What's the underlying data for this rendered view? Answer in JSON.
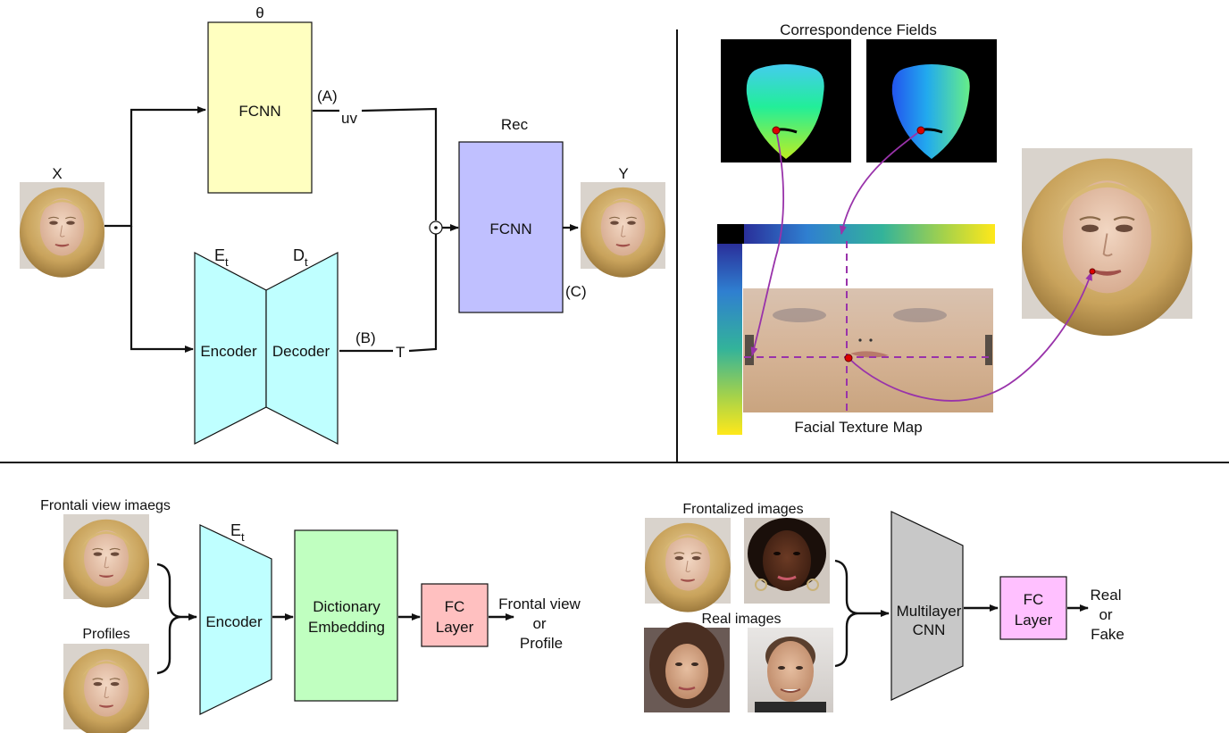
{
  "top_left": {
    "input_label": "X",
    "output_label": "Y",
    "theta_label": "θ",
    "fcnn_top_label": "FCNN",
    "branch_a_label": "(A)",
    "uv_label": "uv",
    "encoder_superscript_e": "E",
    "encoder_sub_t": "t",
    "decoder_superscript_d": "D",
    "decoder_sub_t": "t",
    "encoder_label": "Encoder",
    "decoder_label": "Decoder",
    "branch_b_label": "(B)",
    "t_label": "T",
    "odot_symbol": "⊙",
    "rec_label": "Rec",
    "fcnn_rec_label": "FCNN",
    "branch_c_label": "(C)"
  },
  "top_right": {
    "correspondence_title": "Correspondence Fields",
    "texture_map_label": "Facial Texture Map"
  },
  "bottom_left": {
    "frontal_view_title": "Frontali view imaegs",
    "profiles_title": "Profiles",
    "encoder_e": "E",
    "encoder_t": "t",
    "encoder_label": "Encoder",
    "dictionary_line1": "Dictionary",
    "dictionary_line2": "Embedding",
    "fc_line1": "FC",
    "fc_line2": "Layer",
    "output_line1": "Frontal view",
    "output_line2": "or",
    "output_line3": "Profile"
  },
  "bottom_right": {
    "frontalized_title": "Frontalized images",
    "real_title": "Real images",
    "cnn_line1": "Multilayer",
    "cnn_line2": "CNN",
    "fc_line1": "FC",
    "fc_line2": "Layer",
    "output_line1": "Real",
    "output_line2": "or",
    "output_line3": "Fake"
  },
  "colors": {
    "fcnn_top_fill": "#FFFFC0",
    "encoder_fill": "#BFFFFF",
    "rec_fill": "#C0C0FF",
    "dictionary_fill": "#C0FFC0",
    "fc_left_fill": "#FFC0C0",
    "fc_right_fill": "#FFC0FF",
    "cnn_fill": "#C8C8C8",
    "arrow_purple": "#9933AA",
    "point_red": "#DD0000"
  }
}
